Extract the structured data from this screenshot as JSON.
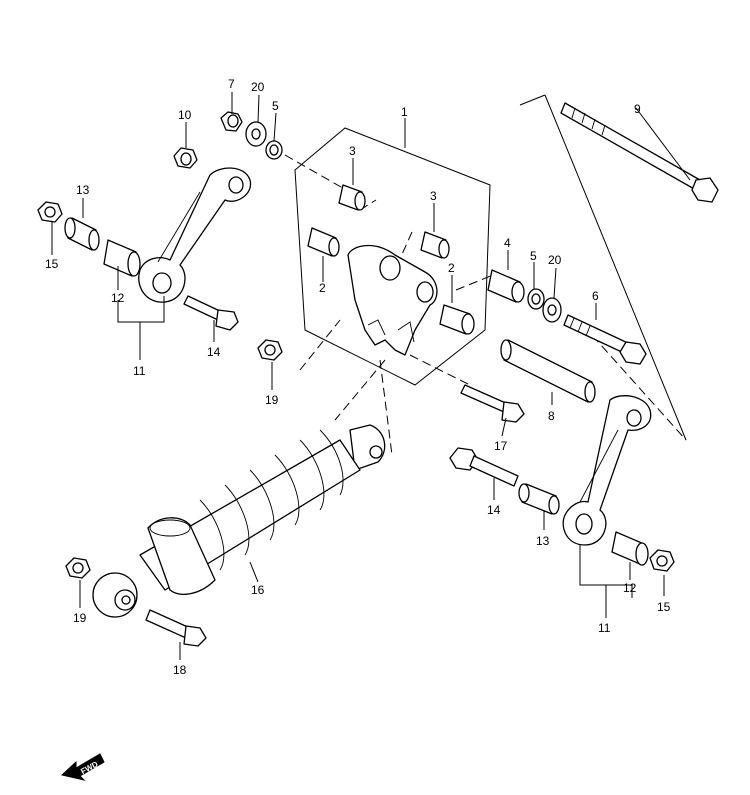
{
  "callouts": [
    {
      "id": "c1",
      "text": "1"
    },
    {
      "id": "c2a",
      "text": "2"
    },
    {
      "id": "c2b",
      "text": "2"
    },
    {
      "id": "c3a",
      "text": "3"
    },
    {
      "id": "c3b",
      "text": "3"
    },
    {
      "id": "c4",
      "text": "4"
    },
    {
      "id": "c5a",
      "text": "5"
    },
    {
      "id": "c5b",
      "text": "5"
    },
    {
      "id": "c6",
      "text": "6"
    },
    {
      "id": "c7",
      "text": "7"
    },
    {
      "id": "c8",
      "text": "8"
    },
    {
      "id": "c9",
      "text": "9"
    },
    {
      "id": "c10",
      "text": "10"
    },
    {
      "id": "c11a",
      "text": "11"
    },
    {
      "id": "c11b",
      "text": "11"
    },
    {
      "id": "c12a",
      "text": "12"
    },
    {
      "id": "c12b",
      "text": "12"
    },
    {
      "id": "c13a",
      "text": "13"
    },
    {
      "id": "c13b",
      "text": "13"
    },
    {
      "id": "c14a",
      "text": "14"
    },
    {
      "id": "c14b",
      "text": "14"
    },
    {
      "id": "c15a",
      "text": "15"
    },
    {
      "id": "c15b",
      "text": "15"
    },
    {
      "id": "c16",
      "text": "16"
    },
    {
      "id": "c17",
      "text": "17"
    },
    {
      "id": "c18",
      "text": "18"
    },
    {
      "id": "c19a",
      "text": "19"
    },
    {
      "id": "c19b",
      "text": "19"
    },
    {
      "id": "c20a",
      "text": "20"
    },
    {
      "id": "c20b",
      "text": "20"
    }
  ],
  "fwd_label": "FWD",
  "fwd_icon": "arrow-left-icon"
}
